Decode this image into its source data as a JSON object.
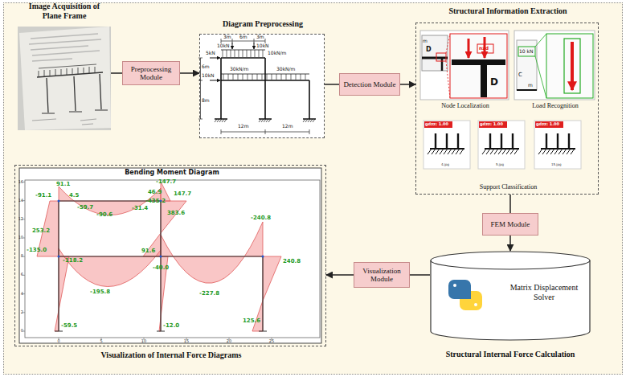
{
  "diagram": {
    "nodes": [
      {
        "text": [
          "Image Acquisition of Plane Frame"
        ]
      },
      {
        "text": [
          "Preprocessing Module"
        ]
      },
      {
        "text": [
          "Diagram Preprocessing"
        ]
      },
      {
        "text": [
          "Detection Module"
        ]
      },
      {
        "text": [
          "Structural Information Extraction"
        ]
      },
      {
        "text": [
          "Node Localization"
        ],
        "in": 4
      },
      {
        "text": [
          "Load Recognition"
        ],
        "in": 4
      },
      {
        "text": [
          "Support Classification"
        ],
        "in": 4
      },
      {
        "text": [
          "FEM Module"
        ]
      },
      {
        "text": [
          "Matrix Displacement Solver",
          "Structural Internal Force Calculation"
        ]
      },
      {
        "text": [
          "Visualization Module"
        ]
      },
      {
        "text": [
          "Visualization of Internal Force Diagrams"
        ]
      }
    ],
    "edges": [
      {
        "from": 0,
        "to": 1,
        "arrow": "none"
      },
      {
        "from": 1,
        "to": 2,
        "arrow": "to"
      },
      {
        "from": 2,
        "to": 3,
        "arrow": "none"
      },
      {
        "from": 3,
        "to": 4,
        "arrow": "to"
      },
      {
        "from": 4,
        "to": 8,
        "arrow": "none"
      },
      {
        "from": 8,
        "to": 9,
        "arrow": "to"
      },
      {
        "from": 9,
        "to": 10,
        "arrow": "none"
      },
      {
        "from": 10,
        "to": 11,
        "arrow": "to"
      }
    ],
    "labels": [
      "3m",
      "6m",
      "3m",
      "10kN",
      "10kN",
      "5kN",
      "10kN/m",
      "6m",
      "10kN",
      "30kN/m",
      "30kN/m",
      "8m",
      "12m",
      "12m",
      "m",
      "D",
      "nzd",
      "D",
      "10 kN",
      "C",
      "m",
      "gdzz: 1.00",
      "gdzz: 1.00",
      "gdzz: 1.00",
      "4.jpg",
      "5.jpg",
      "15.jpg",
      "Bending Moment Diagram",
      "91.1",
      "-91.1",
      "4.5",
      "-59.7",
      "-90.6",
      "-31.4",
      "46.9",
      "-147.7",
      "147.7",
      "-435.2",
      "383.6",
      "253.2",
      "-135.0",
      "-118.2",
      "91.6",
      "-40.0",
      "-195.8",
      "-227.8",
      "-240.8",
      "240.8",
      "-59.5",
      "-12.0",
      "125.6",
      "0",
      "5",
      "10",
      "15",
      "20",
      "25",
      "0",
      "2",
      "4",
      "6",
      "8",
      "10",
      "12",
      "14",
      "16"
    ]
  }
}
